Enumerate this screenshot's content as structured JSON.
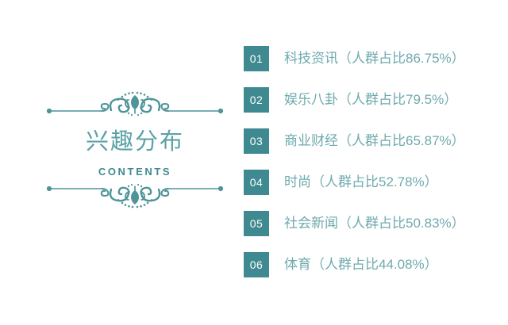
{
  "background_color": "#ffffff",
  "theme": {
    "badge_color": "#3F8A90",
    "badge_text_color": "#ffffff",
    "label_color": "#6FAAAE",
    "title_color": "#5CA2A6",
    "subtitle_color": "#3F8A90",
    "ornament_color": "#4E9499"
  },
  "title_block": {
    "main_title": "兴趣分布",
    "subtitle": "CONTENTS",
    "top_ornament_name": "flourish-ornament-divider",
    "bottom_ornament_name": "flourish-ornament-divider"
  },
  "interest_list": [
    {
      "number": "01",
      "label": "科技资讯（人群占比86.75%）"
    },
    {
      "number": "02",
      "label": "娱乐八卦（人群占比79.5%）"
    },
    {
      "number": "03",
      "label": "商业财经（人群占比65.87%）"
    },
    {
      "number": "04",
      "label": "时尚（人群占比52.78%）"
    },
    {
      "number": "05",
      "label": "社会新闻（人群占比50.83%）"
    },
    {
      "number": "06",
      "label": "体育（人群占比44.08%）"
    }
  ],
  "chart_data": {
    "type": "bar",
    "title": "兴趣分布",
    "subtitle": "CONTENTS",
    "categories": [
      "科技资讯",
      "娱乐八卦",
      "商业财经",
      "时尚",
      "社会新闻",
      "体育"
    ],
    "values": [
      86.75,
      79.5,
      65.87,
      52.78,
      50.83,
      44.08
    ],
    "value_suffix": "%",
    "value_prefix_text": "人群占比",
    "xlabel": "",
    "ylabel": "人群占比",
    "ylim": [
      0,
      100
    ],
    "legend": [],
    "grid": false,
    "ranks": [
      "01",
      "02",
      "03",
      "04",
      "05",
      "06"
    ]
  }
}
